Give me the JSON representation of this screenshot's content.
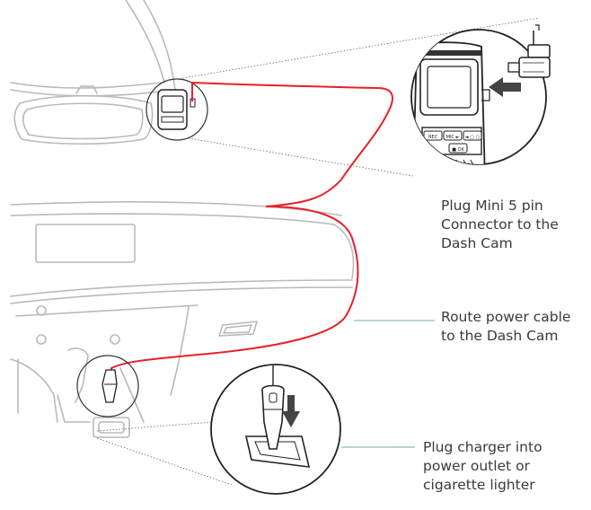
{
  "labels": {
    "mount": "Plug Mini 5 pin\nConnector to the\nDash Cam",
    "route": "Route power cable\nto the Dash Cam",
    "plug": "Plug charger into\npower outlet or\ncigarette lighter"
  },
  "camera_buttons": {
    "rec": "REC",
    "mic": "MIC ►",
    "mode": "◄ ▢ ▢",
    "ok": "■ OK"
  },
  "colors": {
    "cable": "#e8202a",
    "line": "#b9b9b9",
    "dark": "#222222",
    "arrow": "#444444",
    "leader": "#8fbcbc"
  }
}
